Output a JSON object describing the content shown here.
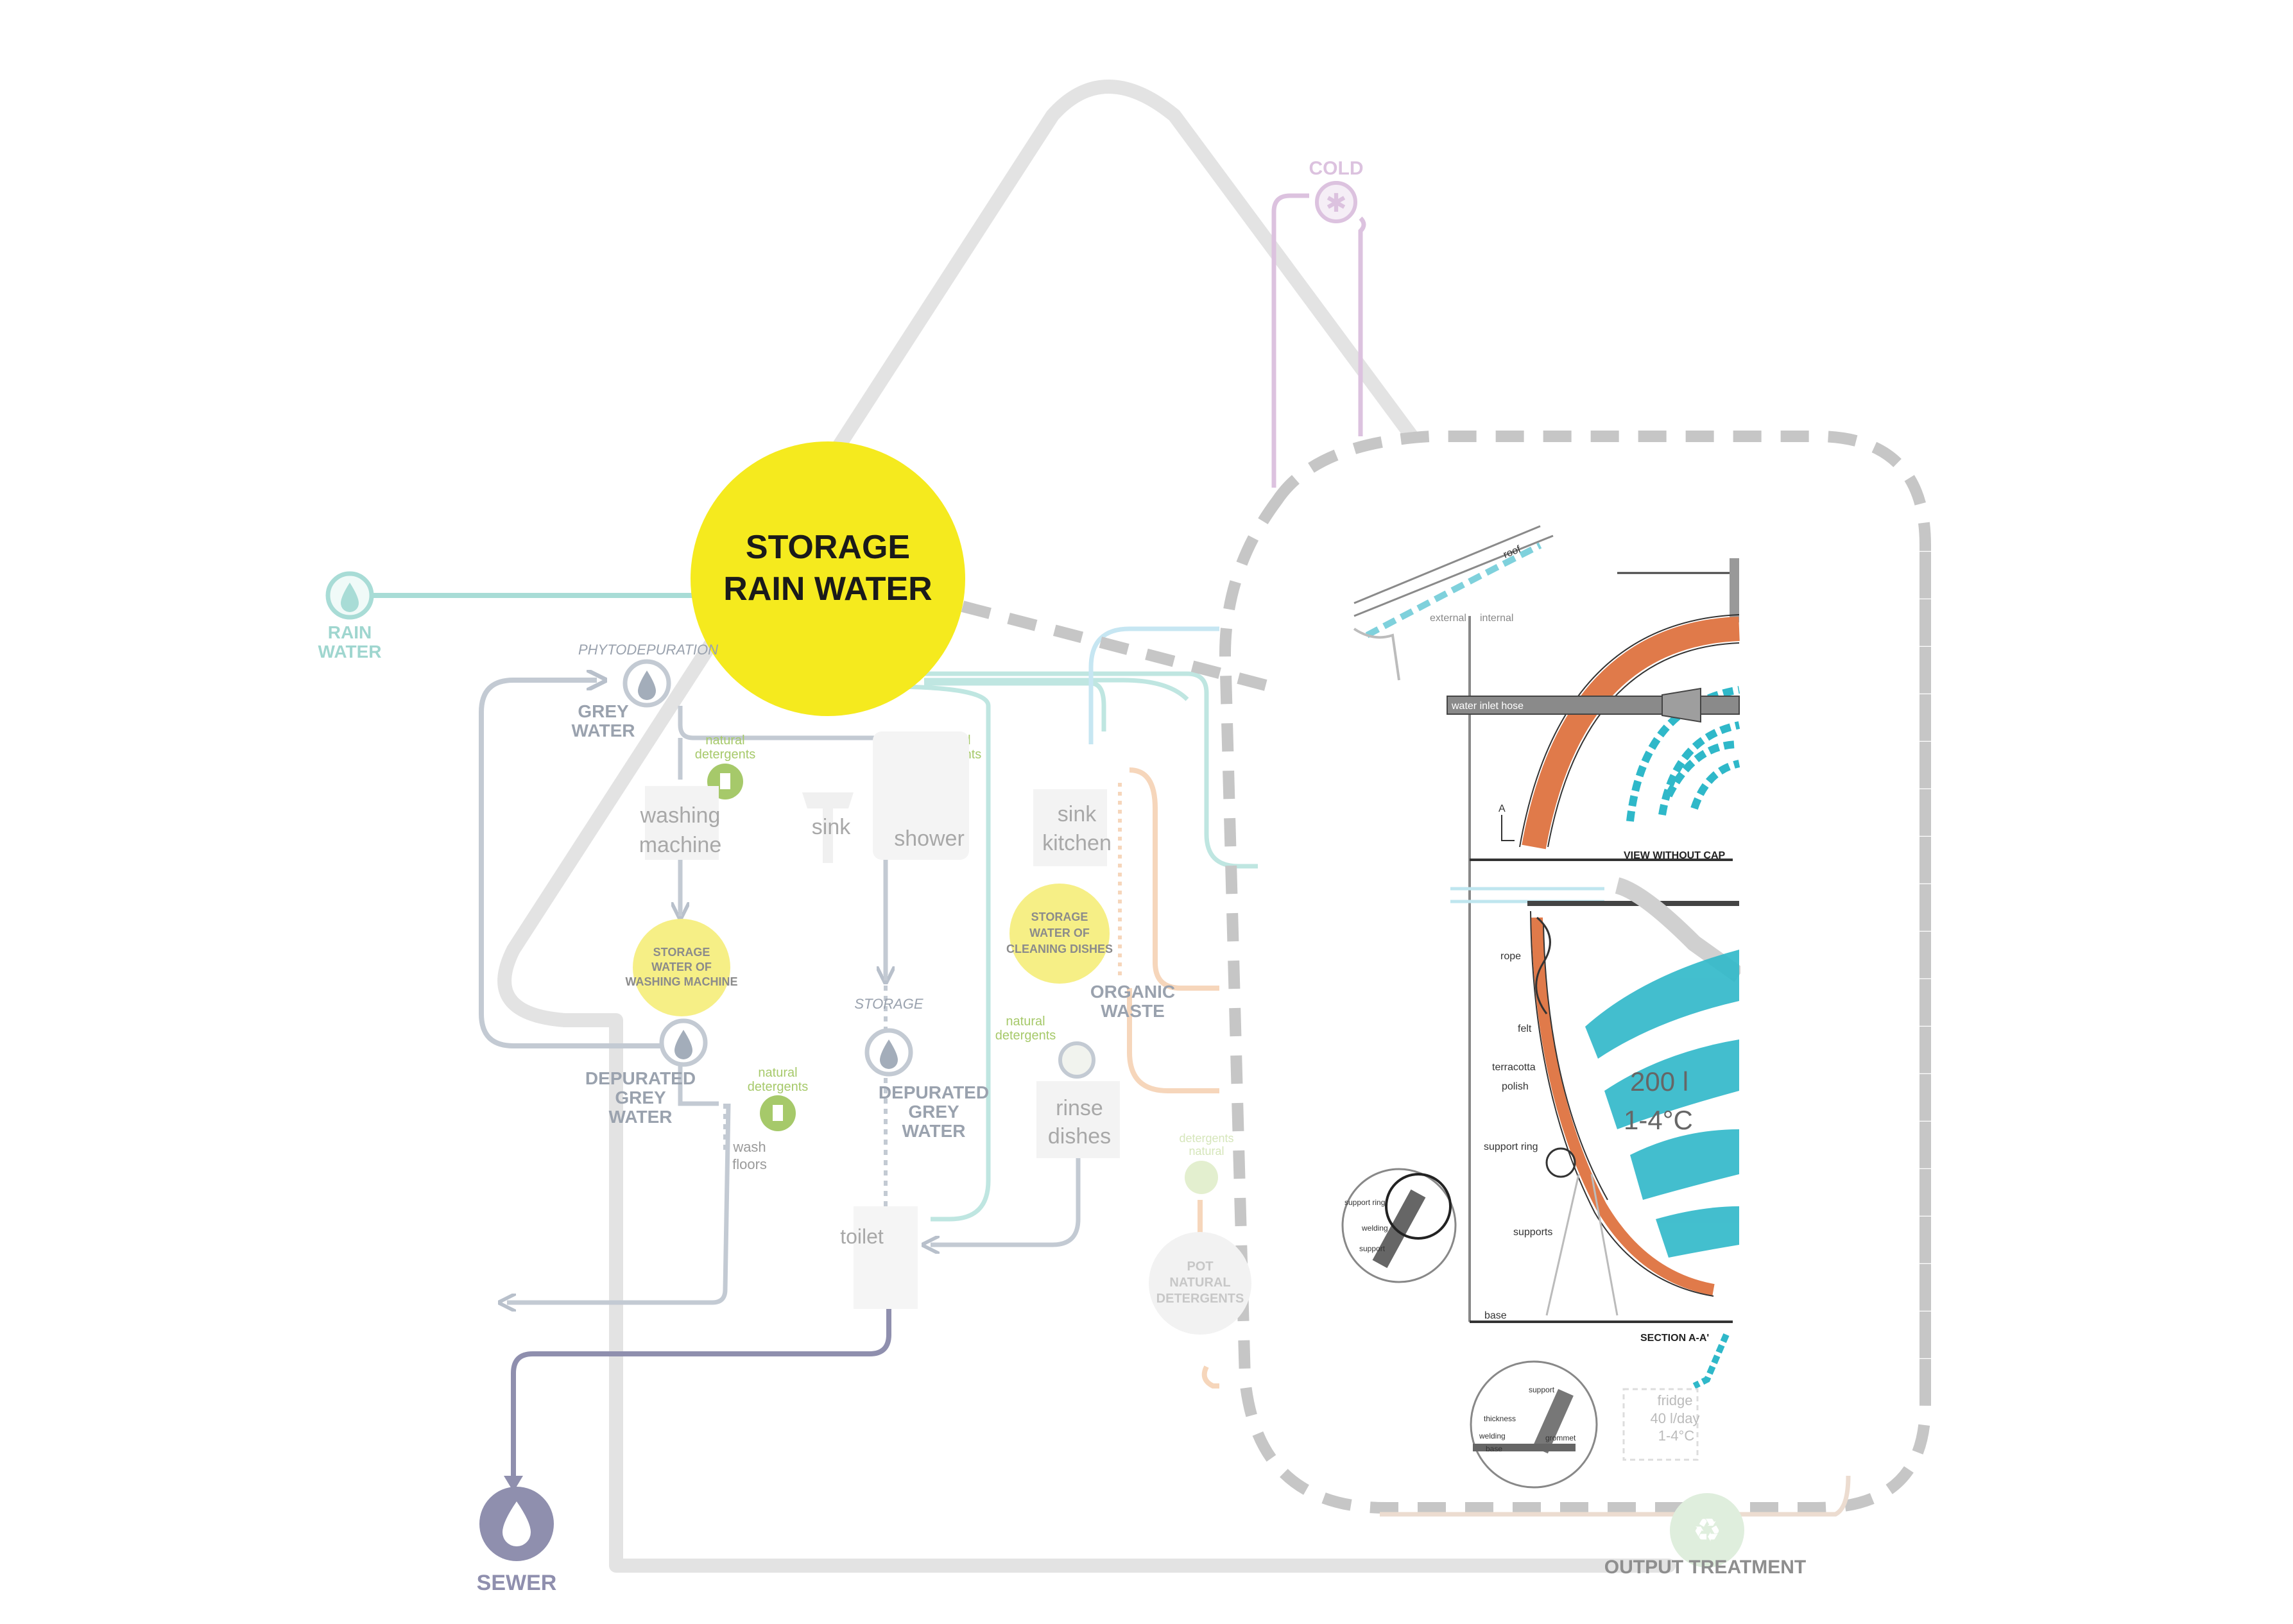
{
  "storage_rain_water": {
    "line1": "STORAGE",
    "line2": "RAIN WATER"
  },
  "rain_water": {
    "line1": "RAIN",
    "line2": "WATER"
  },
  "cold": "COLD",
  "phytodepuration": "PHYTODEPURATION",
  "grey_water": {
    "line1": "GREY",
    "line2": "WATER"
  },
  "natural_detergents": {
    "line1": "natural",
    "line2": "detergents"
  },
  "washing_machine": {
    "line1": "washing",
    "line2": "machine"
  },
  "sink": "sink",
  "shower": "shower",
  "sink_kitchen": {
    "line1": "sink",
    "line2": "kitchen"
  },
  "storage_washing_machine": {
    "line1": "STORAGE",
    "line2": "WATER OF",
    "line3": "WASHING MACHINE"
  },
  "storage_cleaning_dishes": {
    "line1": "STORAGE",
    "line2": "WATER OF",
    "line3": "CLEANING DISHES"
  },
  "organic_waste": {
    "line1": "ORGANIC",
    "line2": "WASTE"
  },
  "storage_small": "STORAGE",
  "depurated_grey_water_left": {
    "line1": "DEPURATED",
    "line2": "GREY",
    "line3": "WATER"
  },
  "depurated_grey_water_mid": {
    "line1": "DEPURATED",
    "line2": "GREY",
    "line3": "WATER"
  },
  "wash_floors": {
    "line1": "wash",
    "line2": "floors"
  },
  "rinse_dishes": {
    "line1": "rinse",
    "line2": "dishes"
  },
  "toilet": "toilet",
  "detergents_faded": {
    "line1": "detergents",
    "line2": "natural"
  },
  "pot_natural_detergents": {
    "line1": "POT",
    "line2": "NATURAL",
    "line3": "DETERGENTS"
  },
  "sewer": "SEWER",
  "output_treatment": "OUTPUT TREATMENT",
  "detail": {
    "roof": "roof",
    "external": "external",
    "internal": "internal",
    "water_inlet_hose": "water inlet hose",
    "a_marker": "A",
    "view_without_cap": "VIEW WITHOUT CAP",
    "rope": "rope",
    "felt": "felt",
    "terracotta": "terracotta",
    "polish": "polish",
    "support_ring": "support ring",
    "supports": "supports",
    "base": "base",
    "section": "SECTION A-A'",
    "capacity": "200 l",
    "temperature": "1-4°C",
    "zoom1": {
      "support_ring": "support ring",
      "welding": "welding",
      "support": "support"
    },
    "zoom2": {
      "support": "support",
      "thickness": "thickness",
      "welding": "welding",
      "base": "base",
      "grommet": "grommet"
    },
    "fridge": {
      "line1": "fridge",
      "line2": "40 l/day",
      "line3": "1-4°C"
    }
  },
  "colors": {
    "yellow": "#f5ea1e",
    "teal": "#a8dcd6",
    "grey_line": "#e3e3e3",
    "slate": "#b8c0cb",
    "sewer": "#8f8fae",
    "cold": "#d9b8dc",
    "orange": "#f5d2b4",
    "terracotta": "#e07a4a",
    "water_blue": "#2fb8c9",
    "dash": "#c6c6c6"
  }
}
